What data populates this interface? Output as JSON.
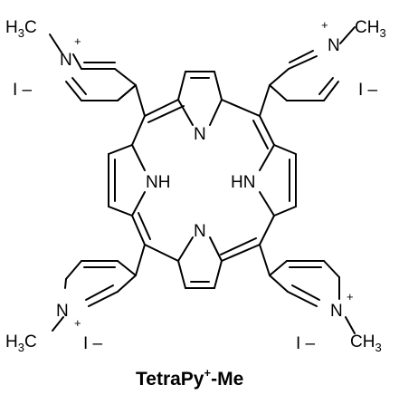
{
  "molecule": {
    "atoms": {
      "N": "N",
      "NH": "NH",
      "HN": "HN",
      "plus": "+",
      "iodide": "I –",
      "methyl_H": "H",
      "methyl_C": "C",
      "methyl_sub": "3",
      "methyl_CH": "CH"
    },
    "caption": {
      "prefix": "TetraPy",
      "superscript": "+",
      "suffix": "-Me"
    }
  }
}
